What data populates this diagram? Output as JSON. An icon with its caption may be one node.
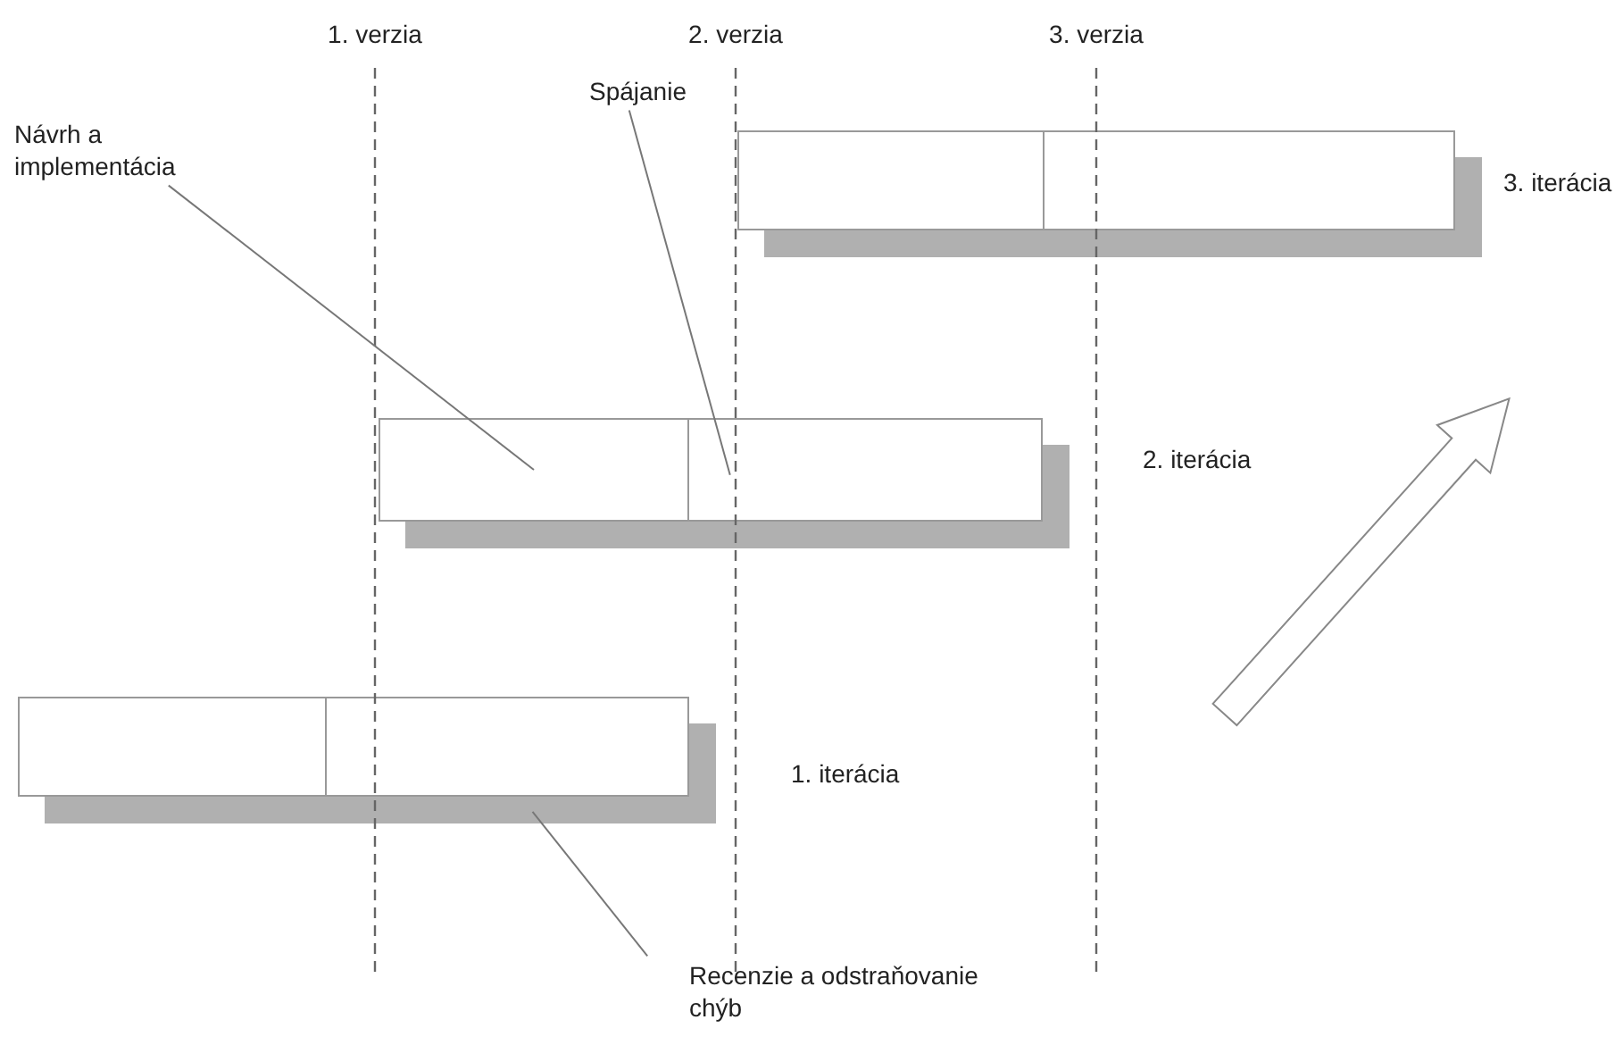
{
  "diagram": {
    "nodes": [
      {
        "text": [
          "Návrh a implementácia"
        ]
      },
      {
        "text": [
          "Spájanie"
        ]
      },
      {
        "text": [],
        "shape": "bar"
      },
      {
        "text": [],
        "shape": "box",
        "in": 2
      },
      {
        "text": [],
        "shape": "box",
        "in": 2
      },
      {
        "text": [],
        "shape": "bar"
      },
      {
        "text": [],
        "shape": "box",
        "in": 5
      },
      {
        "text": [],
        "shape": "box",
        "in": 5
      },
      {
        "text": [],
        "shape": "bar"
      },
      {
        "text": [],
        "shape": "box",
        "in": 8
      },
      {
        "text": [],
        "shape": "box",
        "in": 8
      },
      {
        "text": [
          "Recenzie a odstraňovanie chýb"
        ]
      }
    ],
    "edges": [
      {
        "from": 0,
        "to": 6,
        "arrow": "none"
      },
      {
        "from": 1,
        "to": 7,
        "arrow": "none"
      },
      {
        "from": 11,
        "to": 10,
        "arrow": "none"
      }
    ],
    "labels": [
      "1. verzia",
      "2. verzia",
      "3. verzia",
      "3. iterácia",
      "2. iterácia",
      "1. iterácia"
    ]
  }
}
